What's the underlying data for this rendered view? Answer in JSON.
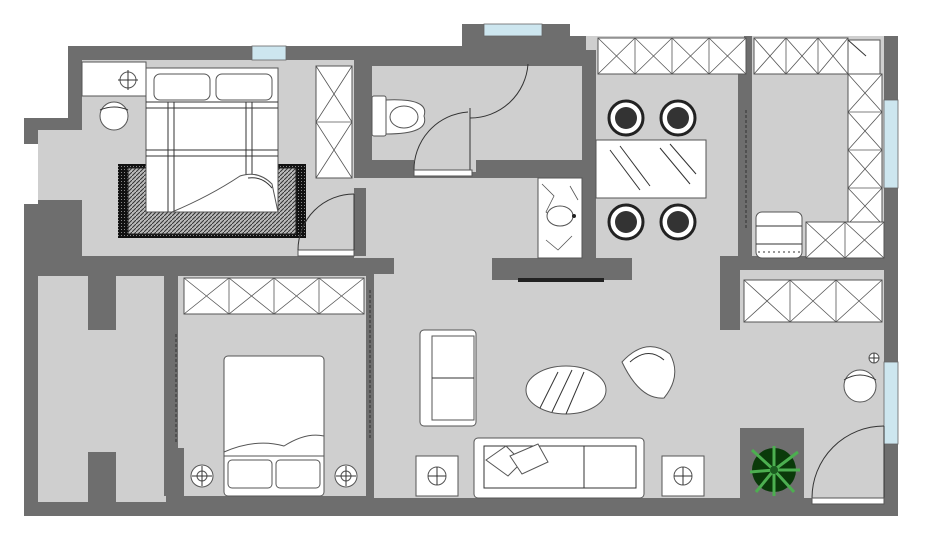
{
  "drawing": {
    "type": "apartment floor plan",
    "background": "#ffffff",
    "wall_color": "#6e6e6e",
    "floor_color": "#cfcfcf",
    "window_color": "#cde6ef"
  },
  "rooms": [
    {
      "id": "master-bedroom",
      "icon": "bed-icon"
    },
    {
      "id": "bathroom",
      "icon": "toilet-icon"
    },
    {
      "id": "dining-area",
      "icon": "dining-table-icon"
    },
    {
      "id": "kitchen",
      "icon": "stove-icon"
    },
    {
      "id": "balcony",
      "icon": "empty-room"
    },
    {
      "id": "second-bedroom",
      "icon": "bed-icon"
    },
    {
      "id": "living-room",
      "icon": "sofa-icon"
    },
    {
      "id": "entrance",
      "icon": "door-icon"
    }
  ],
  "furniture_icons": [
    "double-bed-icon",
    "floor-rug-icon",
    "wardrobe-icon",
    "nightstand-lamp-icon",
    "round-stool-icon",
    "toilet-icon",
    "wash-basin-icon",
    "dining-table-icon",
    "dining-chair-icon",
    "kitchen-counter-icon",
    "stove-icon",
    "sofa-icon",
    "armchair-icon",
    "oval-coffee-table-icon",
    "potted-plant-icon",
    "entry-door-icon"
  ]
}
